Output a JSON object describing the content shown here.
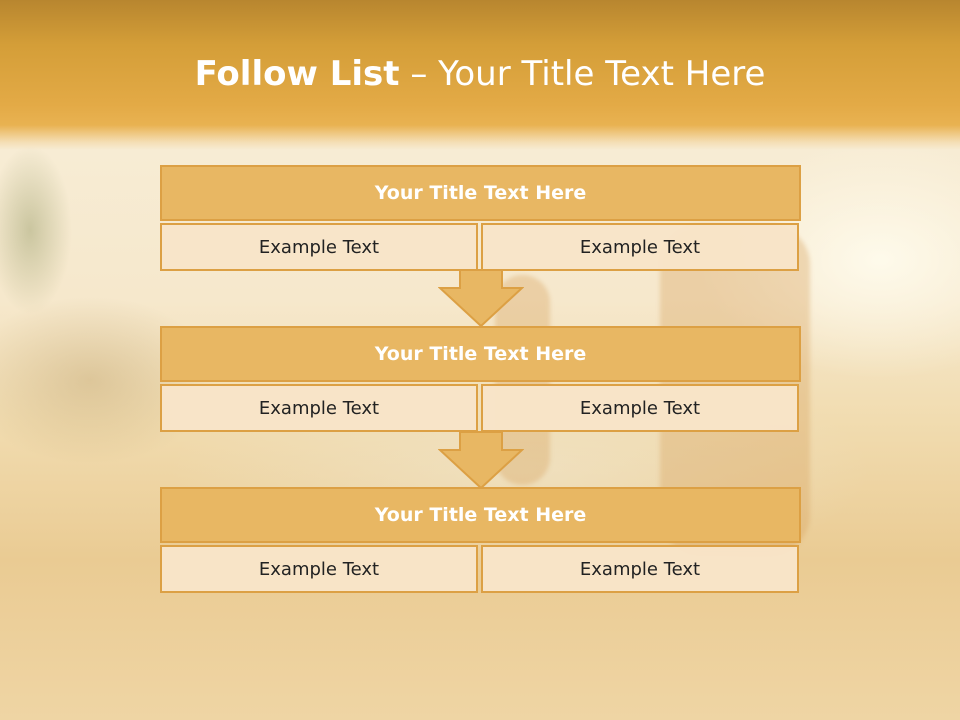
{
  "slide": {
    "title_bold": "Follow List",
    "title_rest": " – Your Title Text Here"
  },
  "colors": {
    "header_gold": "#d49e38",
    "box_title_fill": "#e8b763",
    "box_border": "#dca044",
    "cell_fill": "#f8e4c8"
  },
  "blocks": [
    {
      "title": "Your Title Text Here",
      "left": "Example Text",
      "right": "Example Text"
    },
    {
      "title": "Your Title Text Here",
      "left": "Example Text",
      "right": "Example Text"
    },
    {
      "title": "Your Title Text Here",
      "left": "Example Text",
      "right": "Example Text"
    }
  ],
  "icons": {
    "connector": "down-arrow-icon"
  }
}
